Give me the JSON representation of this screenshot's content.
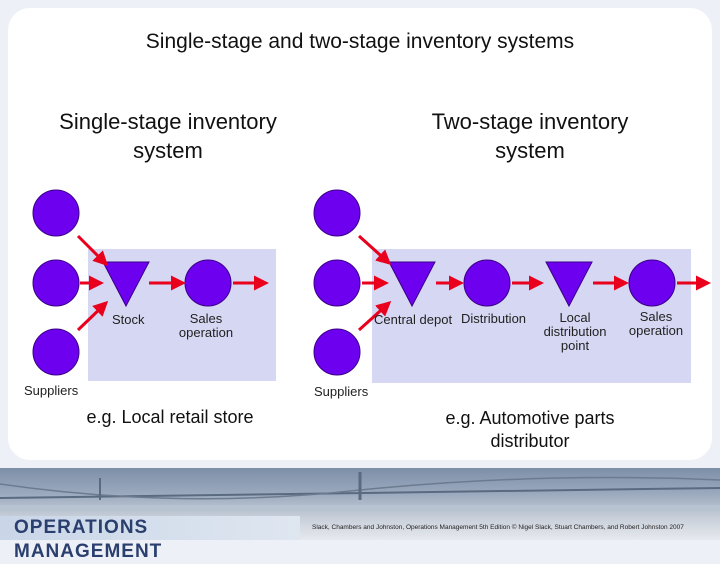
{
  "title": "Single-stage and two-stage inventory systems",
  "single": {
    "heading": "Single-stage inventory system",
    "stock_label": "Stock",
    "sales_label": "Sales operation",
    "suppliers_label": "Suppliers",
    "example": "e.g. Local retail store"
  },
  "two": {
    "heading": "Two-stage inventory system",
    "central_label": "Central depot",
    "distribution_label": "Distribution",
    "local_label": "Local distribution point",
    "sales_label": "Sales operation",
    "suppliers_label": "Suppliers",
    "example": "e.g. Automotive parts distributor"
  },
  "footer": {
    "logo_text": "OPERATIONS MANAGEMENT",
    "credit": "Slack, Chambers and Johnston, Operations Management 5th Edition © Nigel Slack, Stuart Chambers, and Robert Johnston 2007"
  },
  "colors": {
    "node_fill": "#6e00f0",
    "panel": "#d6d7f2",
    "arrow": "#e8001c"
  }
}
